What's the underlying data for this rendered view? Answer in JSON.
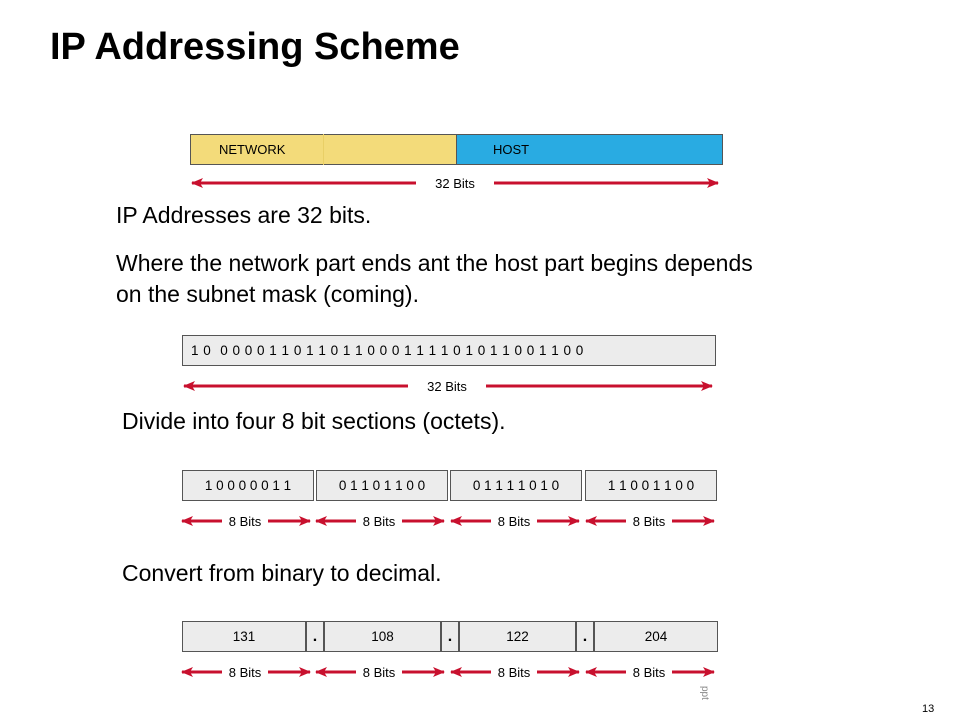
{
  "slide": {
    "title": "IP Addressing Scheme",
    "page_number": "13",
    "watermark": "ppt"
  },
  "address_bar": {
    "network_label": "NETWORK",
    "host_label": "HOST",
    "span_label": "32 Bits",
    "colors": {
      "network": "#f3db7a",
      "host": "#29abe2"
    }
  },
  "text": {
    "line1": "IP Addresses are 32 bits.",
    "line2a": "Where the network part ends ant the host part begins depends",
    "line2b": "on the subnet mask (coming).",
    "line3": "Divide into four 8 bit sections (octets).",
    "line4": "Convert from binary to decimal."
  },
  "binary": {
    "bits": "1 0  0 0 0 0 1 1 0 1 1 0 1 1 0 0 0 1 1 1 1 0 1 0 1 1 0 0 1 1 0 0",
    "span_label": "32 Bits"
  },
  "octets": {
    "values": [
      "1 0 0 0 0 0 1 1",
      "0 1 1 0 1 1 0 0",
      "0 1 1 1 1 0 1 0",
      "1 1 0 0 1 1 0 0"
    ],
    "span_label": "8 Bits"
  },
  "decimal": {
    "values": [
      "131",
      "108",
      "122",
      "204"
    ],
    "separator": ".",
    "span_label": "8 Bits"
  }
}
